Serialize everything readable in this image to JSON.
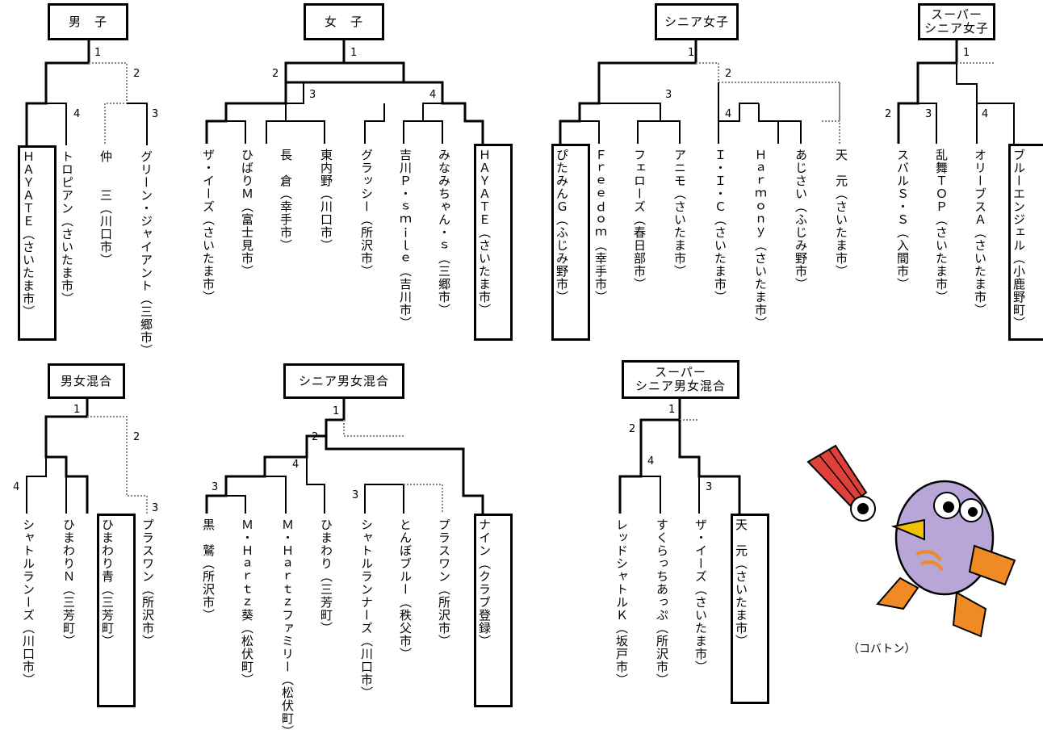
{
  "brackets": {
    "boys": {
      "title": "男　子",
      "match_numbers": [
        "1",
        "2",
        "3",
        "4"
      ],
      "teams": [
        {
          "name": "ＨＡＹＡＴＥ",
          "city": "（さいたま市）",
          "champion": true
        },
        {
          "name": "トロピアン",
          "city": "（さいたま市）"
        },
        {
          "name": "仲　　三",
          "city": "（川口市）"
        },
        {
          "name": "グリーン・ジャイアント",
          "city": "（三郷市）"
        }
      ]
    },
    "girls": {
      "title": "女　子",
      "match_numbers": [
        "1",
        "2",
        "3",
        "4"
      ],
      "teams": [
        {
          "name": "ザ・イーズ",
          "city": "（さいたま市）"
        },
        {
          "name": "ひばりＭ",
          "city": "（富士見市）"
        },
        {
          "name": "長　倉",
          "city": "（幸手市）"
        },
        {
          "name": "東内野",
          "city": "（川口市）"
        },
        {
          "name": "グラッシー",
          "city": "（所沢市）"
        },
        {
          "name": "吉川Ｐ・ｓｍｉｌｅ",
          "city": "（吉川市）"
        },
        {
          "name": "みなみちゃん・ｓ",
          "city": "（三郷市）"
        },
        {
          "name": "ＨＡＹＡＴＥ",
          "city": "（さいたま市）",
          "champion": true
        }
      ]
    },
    "senior_women": {
      "title": "シニア女子",
      "match_numbers": [
        "1",
        "2",
        "3",
        "4"
      ],
      "teams": [
        {
          "name": "ぴたみんＧ",
          "city": "（ふじみ野市）",
          "champion": true
        },
        {
          "name": "Ｆｒｅｅｄｏｍ",
          "city": "（幸手市）"
        },
        {
          "name": "フェローズ",
          "city": "（春日部市）"
        },
        {
          "name": "アニモ",
          "city": "（さいたま市）"
        },
        {
          "name": "Ｉ・Ｉ・Ｃ",
          "city": "（さいたま市）"
        },
        {
          "name": "Ｈａｒｍｏｎｙ",
          "city": "（さいたま市）"
        },
        {
          "name": "あじさい",
          "city": "（ふじみ野市）"
        },
        {
          "name": "天　元",
          "city": "（さいたま市）"
        }
      ]
    },
    "super_senior_women": {
      "title_line1": "スーパー",
      "title_line2": "シニア女子",
      "match_numbers": [
        "1",
        "2",
        "3",
        "4"
      ],
      "teams": [
        {
          "name": "スバルＳ・Ｓ",
          "city": "（入間市）"
        },
        {
          "name": "乱舞ＴＯＰ",
          "city": "（さいたま市）"
        },
        {
          "name": "オリーブスＡ",
          "city": "（さいたま市）"
        },
        {
          "name": "ブルーエンジェル",
          "city": "（小鹿野町）",
          "champion": true
        }
      ]
    },
    "mixed": {
      "title": "男女混合",
      "match_numbers": [
        "1",
        "2",
        "3",
        "4"
      ],
      "teams": [
        {
          "name": "シャトルランーズ",
          "city": "（川口市）"
        },
        {
          "name": "ひまわりＮ",
          "city": "（三芳町）"
        },
        {
          "name": "ひまわり青",
          "city": "（三芳町）",
          "champion": true
        },
        {
          "name": "プラスワン",
          "city": "（所沢市）"
        }
      ]
    },
    "senior_mixed": {
      "title": "シニア男女混合",
      "match_numbers": [
        "1",
        "2",
        "3",
        "4",
        "3"
      ],
      "teams": [
        {
          "name": "黒　鷲",
          "city": "（所沢市）"
        },
        {
          "name": "Ｍ・Ｈａｒｔｚ葵",
          "city": "（松伏町）"
        },
        {
          "name": "Ｍ・Ｈａｒｔｚファミリー",
          "city": "（松伏町）"
        },
        {
          "name": "ひまわり",
          "city": "（三芳町）"
        },
        {
          "name": "シャトルランナーズ",
          "city": "（川口市）"
        },
        {
          "name": "とんぼブルー",
          "city": "（秩父市）"
        },
        {
          "name": "プラスワン",
          "city": "（所沢市）"
        },
        {
          "name": "ナイン",
          "city": "（クラブ登録）",
          "champion": true
        }
      ]
    },
    "super_senior_mixed": {
      "title_line1": "スーパー",
      "title_line2": "シニア男女混合",
      "match_numbers": [
        "1",
        "2",
        "3",
        "4"
      ],
      "teams": [
        {
          "name": "レッドシャトルＫ",
          "city": "（坂戸市）"
        },
        {
          "name": "すくらっちあっぷ",
          "city": "（所沢市）"
        },
        {
          "name": "ザ・イーズ",
          "city": "（さいたま市）"
        },
        {
          "name": "天　元",
          "city": "（さいたま市）",
          "champion": true
        }
      ]
    }
  },
  "mascot": {
    "caption": "（コバトン）",
    "body_color": "#b7a6d6",
    "beak_color": "#f2c200",
    "feet_color": "#f08a24",
    "shuttle_color": "#e0403a"
  }
}
